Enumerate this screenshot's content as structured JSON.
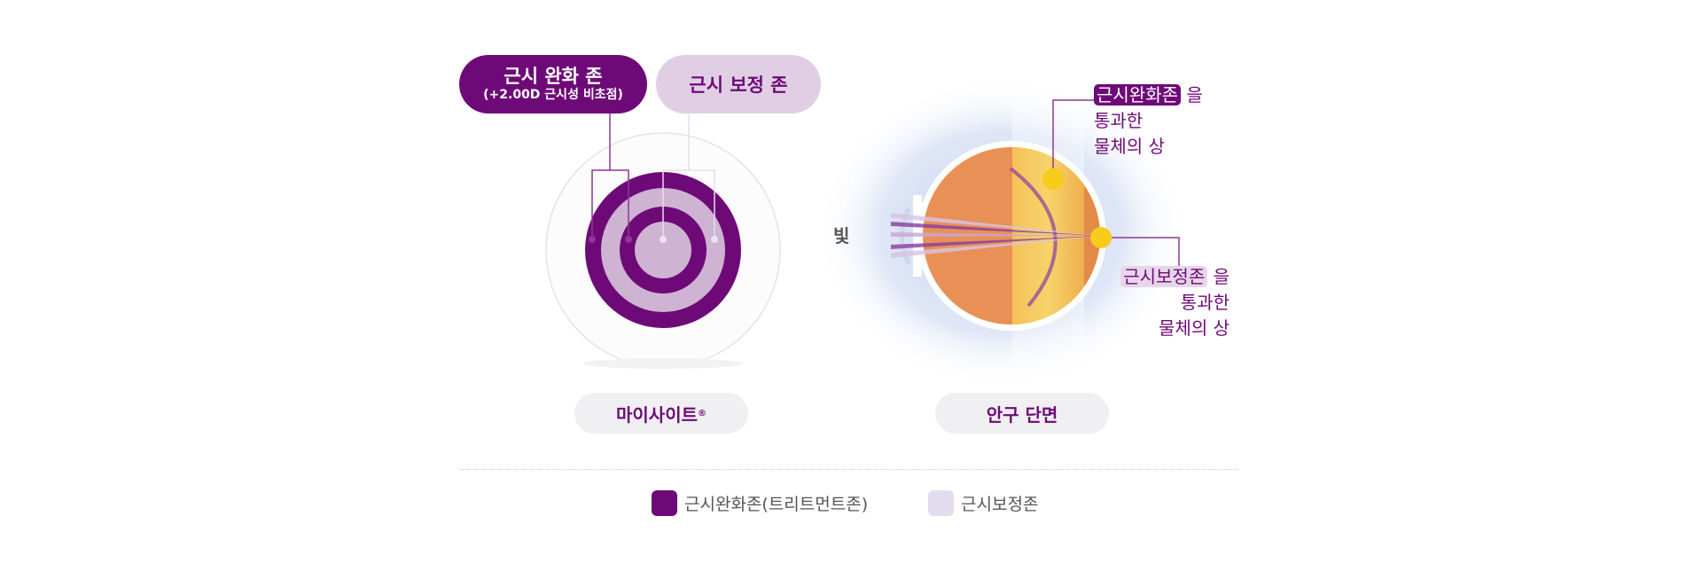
{
  "lens_labels": {
    "relief_zone_title": "근시 완화 존",
    "relief_zone_sub": "(+2.00D 근시성 비초점)",
    "correction_zone_title": "근시 보정 존"
  },
  "captions": {
    "lens": "마이사이트",
    "lens_mark": "®",
    "eye": "안구 단면"
  },
  "eye_diagram": {
    "light": "빛",
    "relief_highlight": "근시완화존",
    "relief_particle": "을",
    "relief_line2": "통과한",
    "relief_line3": "물체의 상",
    "correct_highlight": "근시보정존",
    "correct_particle": "을",
    "correct_line2": "통과한",
    "correct_line3": "물체의 상"
  },
  "legend": [
    {
      "label": "근시완화존(트리트먼트존)",
      "color": "#6e0a77"
    },
    {
      "label": "근시보정존",
      "color": "#e3dcee"
    }
  ],
  "colors": {
    "primary": "#6e0a77",
    "light": "#d0b5d6",
    "orange": "#e88a4a",
    "yellow": "#f7cc1a"
  }
}
